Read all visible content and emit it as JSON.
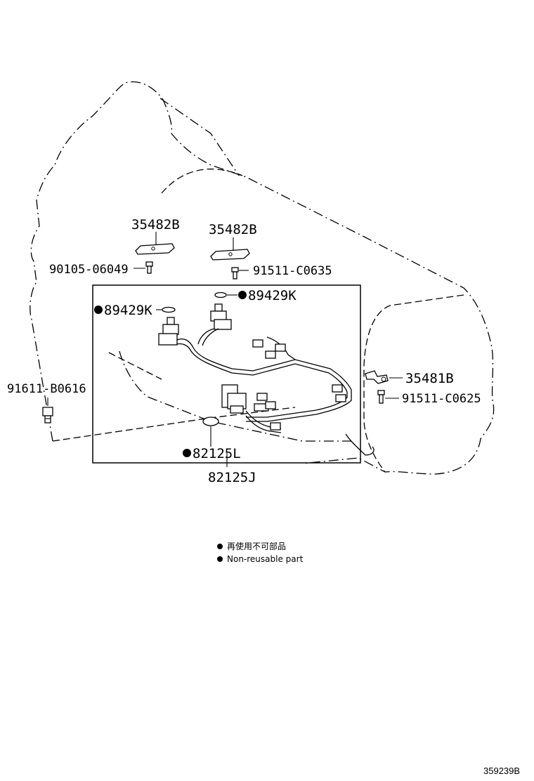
{
  "parts": {
    "p35482b_left": "35482B",
    "p35482b_right": "35482B",
    "p90105": "90105-06049",
    "p91511_c0635": "91511-C0635",
    "p89429k_right": "89429K",
    "p89429k_left": "89429K",
    "p91611": "91611-B0616",
    "p35481b": "35481B",
    "p91511_c0625": "91511-C0625",
    "p82125l": "82125L",
    "p82125j": "82125J"
  },
  "legend": {
    "line1": "再使用不可部品",
    "line2": "Non-reusable part"
  },
  "reference_code": "359239B"
}
